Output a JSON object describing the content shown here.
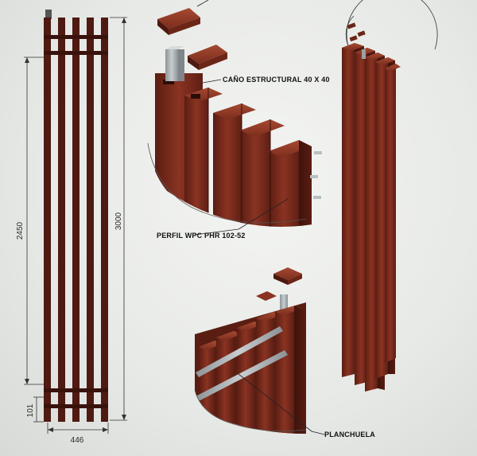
{
  "drawing": {
    "dimensions": {
      "overall_height": "3000",
      "inner_height": "2450",
      "bottom_offset": "101",
      "width": "446"
    },
    "callouts": {
      "tube": "CAÑO ESTRUCTURAL 40 X 40",
      "profile": "PERFIL WPC PHR 102-52",
      "plate": "PLANCHUELA"
    },
    "colors": {
      "wood": "#7a2a1c",
      "wood_dark": "#4e180f",
      "wood_light": "#9b3d29",
      "steel": "#a9afb3",
      "line": "#222222"
    }
  }
}
